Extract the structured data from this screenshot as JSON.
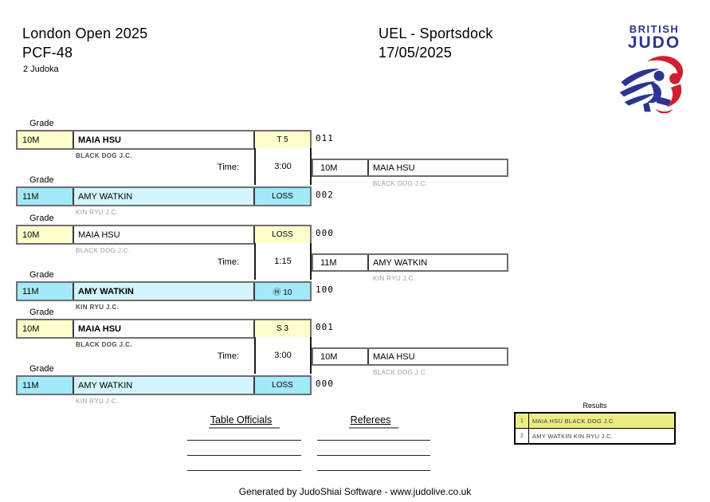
{
  "header": {
    "tournament": "London Open 2025",
    "category": "PCF-48",
    "judoka_count": "2 Judoka",
    "venue": "UEL - Sportsdock",
    "date": "17/05/2025"
  },
  "logo": {
    "line1": "BRITISH",
    "line2": "JUDO"
  },
  "labels": {
    "grade": "Grade",
    "time": "Time:"
  },
  "colors": {
    "yellow_cell": "#ffffcc",
    "cyan_cell": "#a2e9fa",
    "cyan_light": "#d3f5fd",
    "result_highlight": "#eded86",
    "logo_navy": "#2b3590",
    "logo_red": "#ce202f"
  },
  "matches": [
    {
      "top": {
        "grade": "10M",
        "name": "MAIA HSU",
        "club": "BLACK DOG J.C.",
        "score": "T 5",
        "code": "011",
        "winner": true
      },
      "bottom": {
        "grade": "11M",
        "name": "AMY WATKIN",
        "club": "KIN RYU J.C.",
        "score": "LOSS",
        "code": "002",
        "winner": false
      },
      "time": "3:00",
      "winner": {
        "grade": "10M",
        "name": "MAIA HSU",
        "club": "BLACK DOG J.C."
      }
    },
    {
      "top": {
        "grade": "10M",
        "name": "MAIA HSU",
        "club": "BLACK DOG J.C.",
        "score": "LOSS",
        "code": "000",
        "winner": false
      },
      "bottom": {
        "grade": "11M",
        "name": "AMY WATKIN",
        "club": "KIN RYU J.C.",
        "score": "Ⓗ 10",
        "code": "100",
        "winner": true
      },
      "time": "1:15",
      "winner": {
        "grade": "11M",
        "name": "AMY WATKIN",
        "club": "KIN RYU J.C."
      }
    },
    {
      "top": {
        "grade": "10M",
        "name": "MAIA HSU",
        "club": "BLACK DOG J.C.",
        "score": "S 3",
        "code": "001",
        "winner": true
      },
      "bottom": {
        "grade": "11M",
        "name": "AMY WATKIN",
        "club": "KIN RYU J.C.",
        "score": "LOSS",
        "code": "000",
        "winner": false
      },
      "time": "3:00",
      "winner": {
        "grade": "10M",
        "name": "MAIA HSU",
        "club": "BLACK DOG J.C."
      }
    }
  ],
  "officials": {
    "table_officials_label": "Table Officials",
    "referees_label": "Referees"
  },
  "results": {
    "title": "Results",
    "rows": [
      {
        "rank": "1",
        "text": "MAIA HSU BLACK DOG J.C.",
        "highlight": true
      },
      {
        "rank": "2",
        "text": "AMY WATKIN KIN RYU J.C.",
        "highlight": false
      }
    ]
  },
  "footer": "Generated by JudoShiai Software - www.judolive.co.uk"
}
